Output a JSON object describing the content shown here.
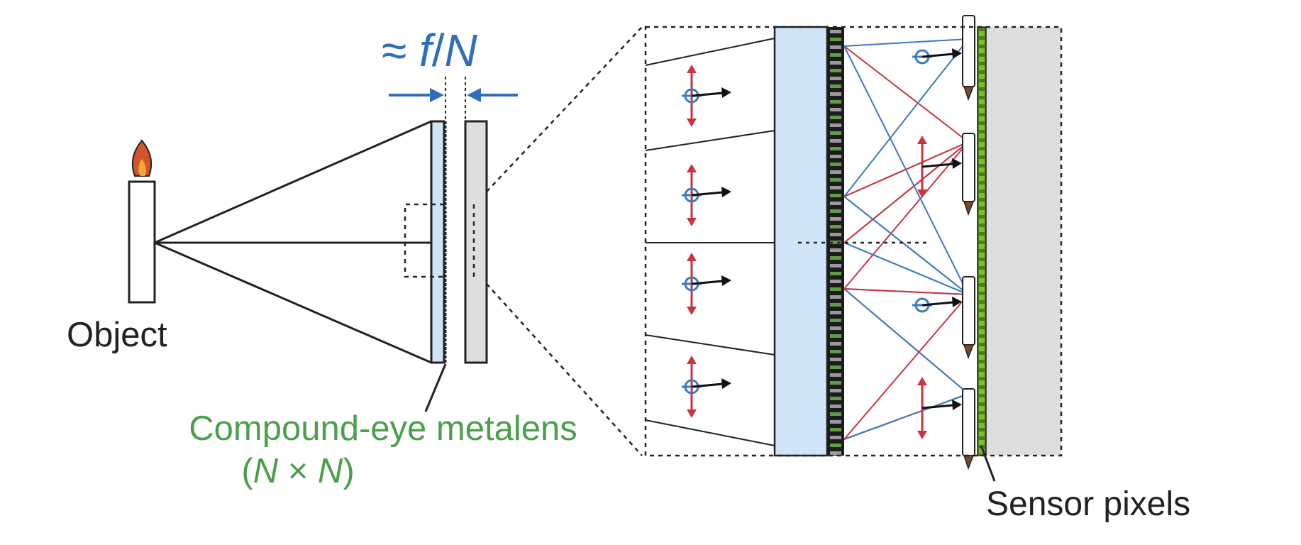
{
  "labels": {
    "object": "Object",
    "metalens_line1": "Compound-eye metalens",
    "metalens_line2_open": "(",
    "metalens_line2_N1": "N",
    "metalens_line2_times": " × ",
    "metalens_line2_N2": "N",
    "metalens_line2_close": ")",
    "distance_approx": "≈ ",
    "distance_f": "f",
    "distance_slash": "/",
    "distance_N": "N",
    "sensor_pixels": "Sensor pixels"
  },
  "colors": {
    "metalens_text": "#4aa04a",
    "distance_text": "#2e6fba",
    "substrate": "#cfe5f7",
    "sensor_fill": "#dedede",
    "red_ray": "#c9343f",
    "blue_ray": "#3a7ac0",
    "pixel_green": "#7bbf2a",
    "flame_outer": "#d2552a",
    "flame_inner": "#f2a636"
  },
  "icons": {
    "light_source": "candle-icon",
    "polarization": "polarization-cross-icon"
  }
}
